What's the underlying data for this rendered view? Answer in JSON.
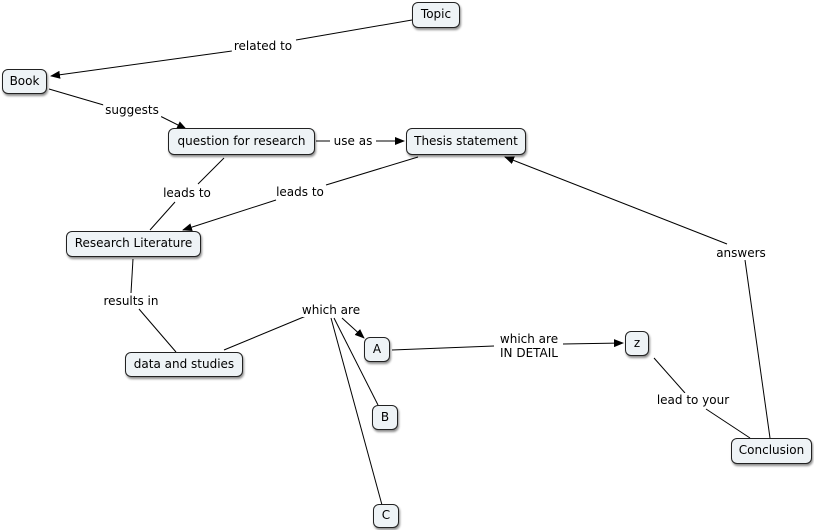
{
  "nodes": {
    "topic": "Topic",
    "book": "Book",
    "question": "question for research",
    "thesis": "Thesis statement",
    "research": "Research Literature",
    "data": "data and studies",
    "a": "A",
    "b": "B",
    "c": "C",
    "z": "z",
    "conclusion": "Conclusion"
  },
  "links": {
    "related_to": "related to",
    "suggests": "suggests",
    "use_as": "use as",
    "leads_to_1": "leads to",
    "leads_to_2": "leads to",
    "results_in": "results in",
    "which_are_1": "which are",
    "which_are_2": "which are\nIN DETAIL",
    "lead_to_your": "lead to your",
    "answers": "answers"
  },
  "colors": {
    "node_fill": "#eef3f6",
    "line": "#000000"
  }
}
